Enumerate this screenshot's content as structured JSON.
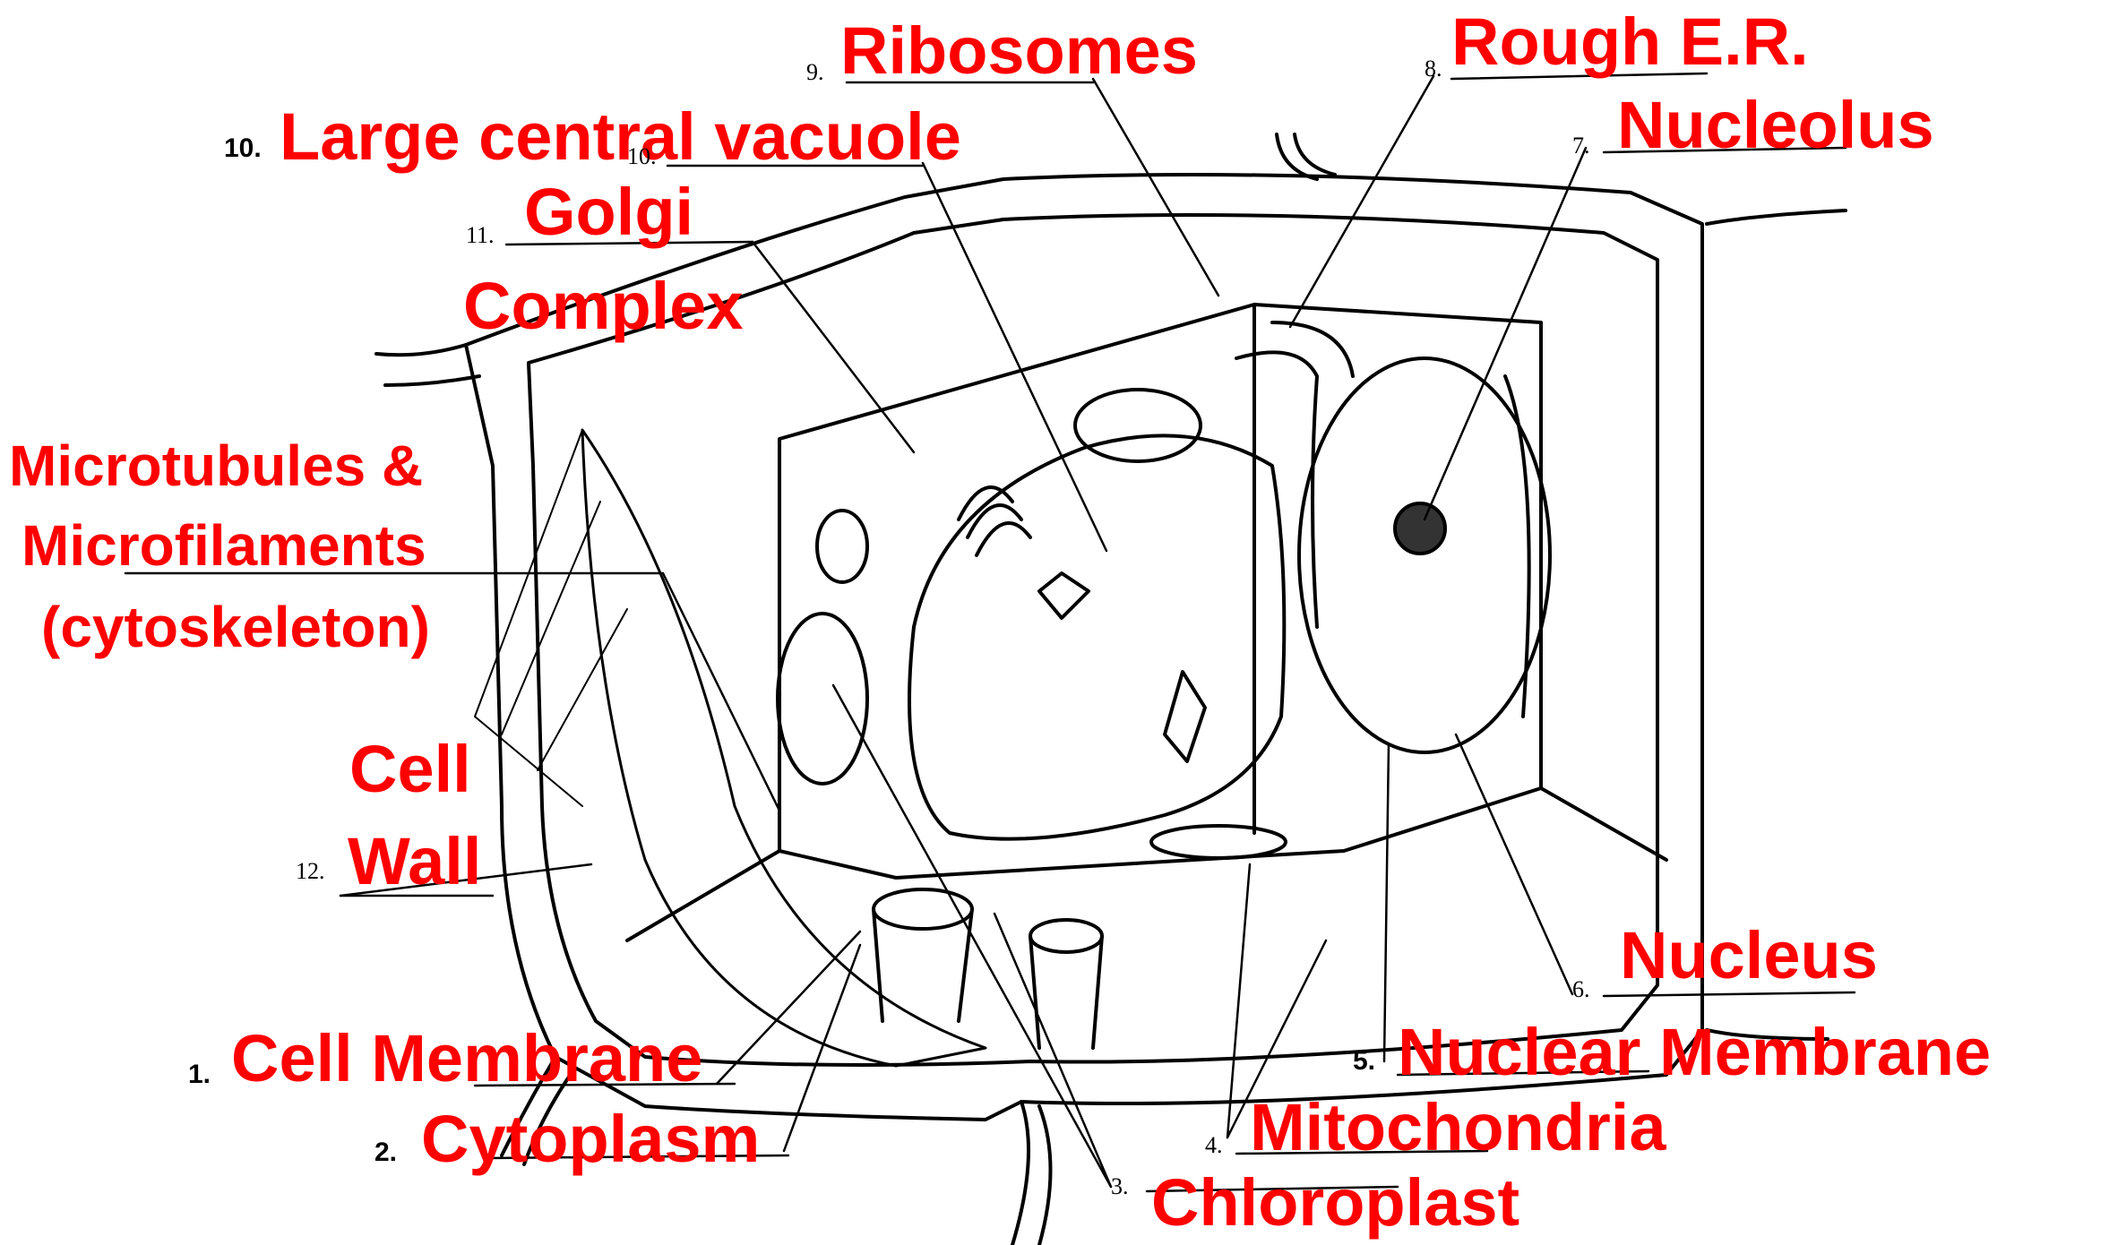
{
  "labels": {
    "ribosomes": "Ribosomes",
    "rough_er": "Rough E.R.",
    "nucleolus": "Nucleolus",
    "large_central_vacuole": "Large central vacuole",
    "golgi_line1": "Golgi",
    "golgi_line2": "Complex",
    "cytoskeleton_line1": "Microtubules &",
    "cytoskeleton_line2": "Microfilaments",
    "cytoskeleton_line3": "(cytoskeleton)",
    "cell_wall_line1": "Cell",
    "cell_wall_line2": "Wall",
    "cell_membrane": "Cell Membrane",
    "cytoplasm": "Cytoplasm",
    "nucleus": "Nucleus",
    "nuclear_membrane": "Nuclear Membrane",
    "mitochondria": "Mitochondria",
    "chloroplast": "Chloroplast"
  },
  "numbers": {
    "n1": "1.",
    "n2": "2.",
    "n3": "3.",
    "n4": "4.",
    "n5": "5.",
    "n6": "6.",
    "n7": "7.",
    "n8": "8.",
    "n9": "9.",
    "n10": "10.",
    "n10_printed": "10.",
    "n11": "11.",
    "n12": "12."
  },
  "colors": {
    "label": "#ff0000",
    "line": "#000000",
    "background": "#ffffff"
  }
}
